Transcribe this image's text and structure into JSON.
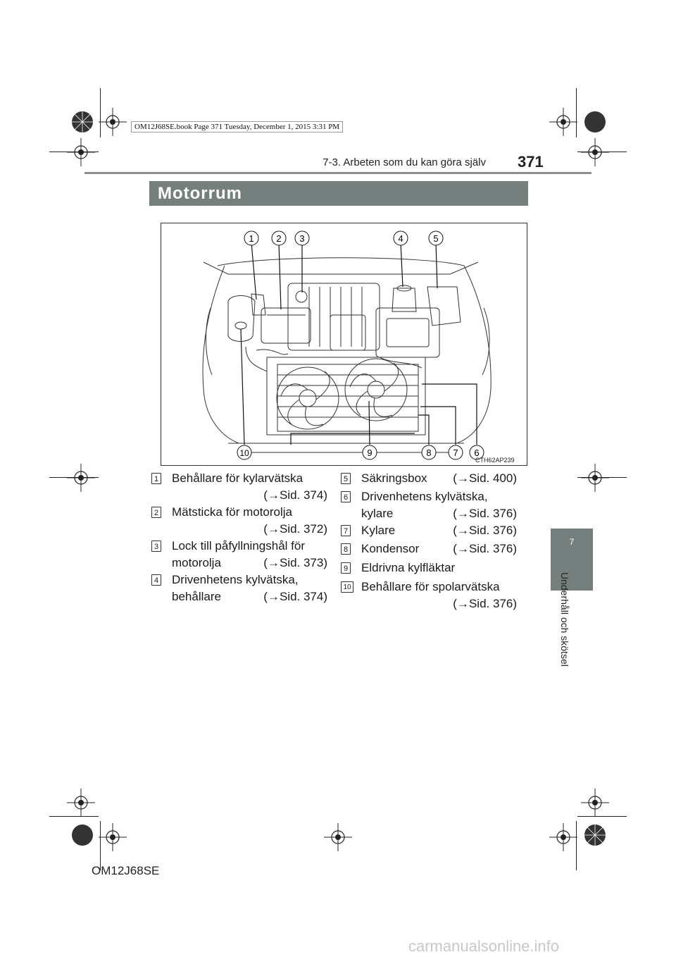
{
  "print": {
    "book_info": "OM12J68SE.book  Page 371  Tuesday, December 1, 2015  3:31 PM"
  },
  "header": {
    "running_head": "7-3. Arbeten som du kan göra själv",
    "page_number": "371"
  },
  "section": {
    "title": "Motorrum"
  },
  "figure": {
    "code": "CTH62AP239",
    "callouts_top": [
      "1",
      "2",
      "3",
      "4",
      "5"
    ],
    "callouts_bottom": [
      "10",
      "9",
      "8",
      "7",
      "6"
    ]
  },
  "legend": {
    "left": [
      {
        "num": "1",
        "label": "Behållare för kylarvätska",
        "label2": "",
        "ref": "(→Sid. 374)"
      },
      {
        "num": "2",
        "label": "Mätsticka för motorolja",
        "label2": "",
        "ref": "(→Sid. 372)"
      },
      {
        "num": "3",
        "label": "Lock till påfyllningshål för",
        "label2": "motorolja",
        "ref": "(→Sid. 373)"
      },
      {
        "num": "4",
        "label": "Drivenhetens kylvätska,",
        "label2": "behållare",
        "ref": "(→Sid. 374)"
      }
    ],
    "right": [
      {
        "num": "5",
        "label": "Säkringsbox",
        "label2": "",
        "ref": "(→Sid. 400)"
      },
      {
        "num": "6",
        "label": "Drivenhetens kylvätska,",
        "label2": "kylare",
        "ref": "(→Sid. 376)"
      },
      {
        "num": "7",
        "label": "Kylare",
        "label2": "",
        "ref": "(→Sid. 376)"
      },
      {
        "num": "8",
        "label": "Kondensor",
        "label2": "",
        "ref": "(→Sid. 376)"
      },
      {
        "num": "9",
        "label": "Eldrivna kylfläktar",
        "label2": "",
        "ref": ""
      },
      {
        "num": "10",
        "label": "Behållare för spolarvätska",
        "label2": "",
        "ref": "(→Sid. 376)"
      }
    ]
  },
  "chapter": {
    "number": "7",
    "title": "Underhåll och skötsel"
  },
  "footer": {
    "code": "OM12J68SE"
  },
  "watermark": "carmanualsonline.info"
}
